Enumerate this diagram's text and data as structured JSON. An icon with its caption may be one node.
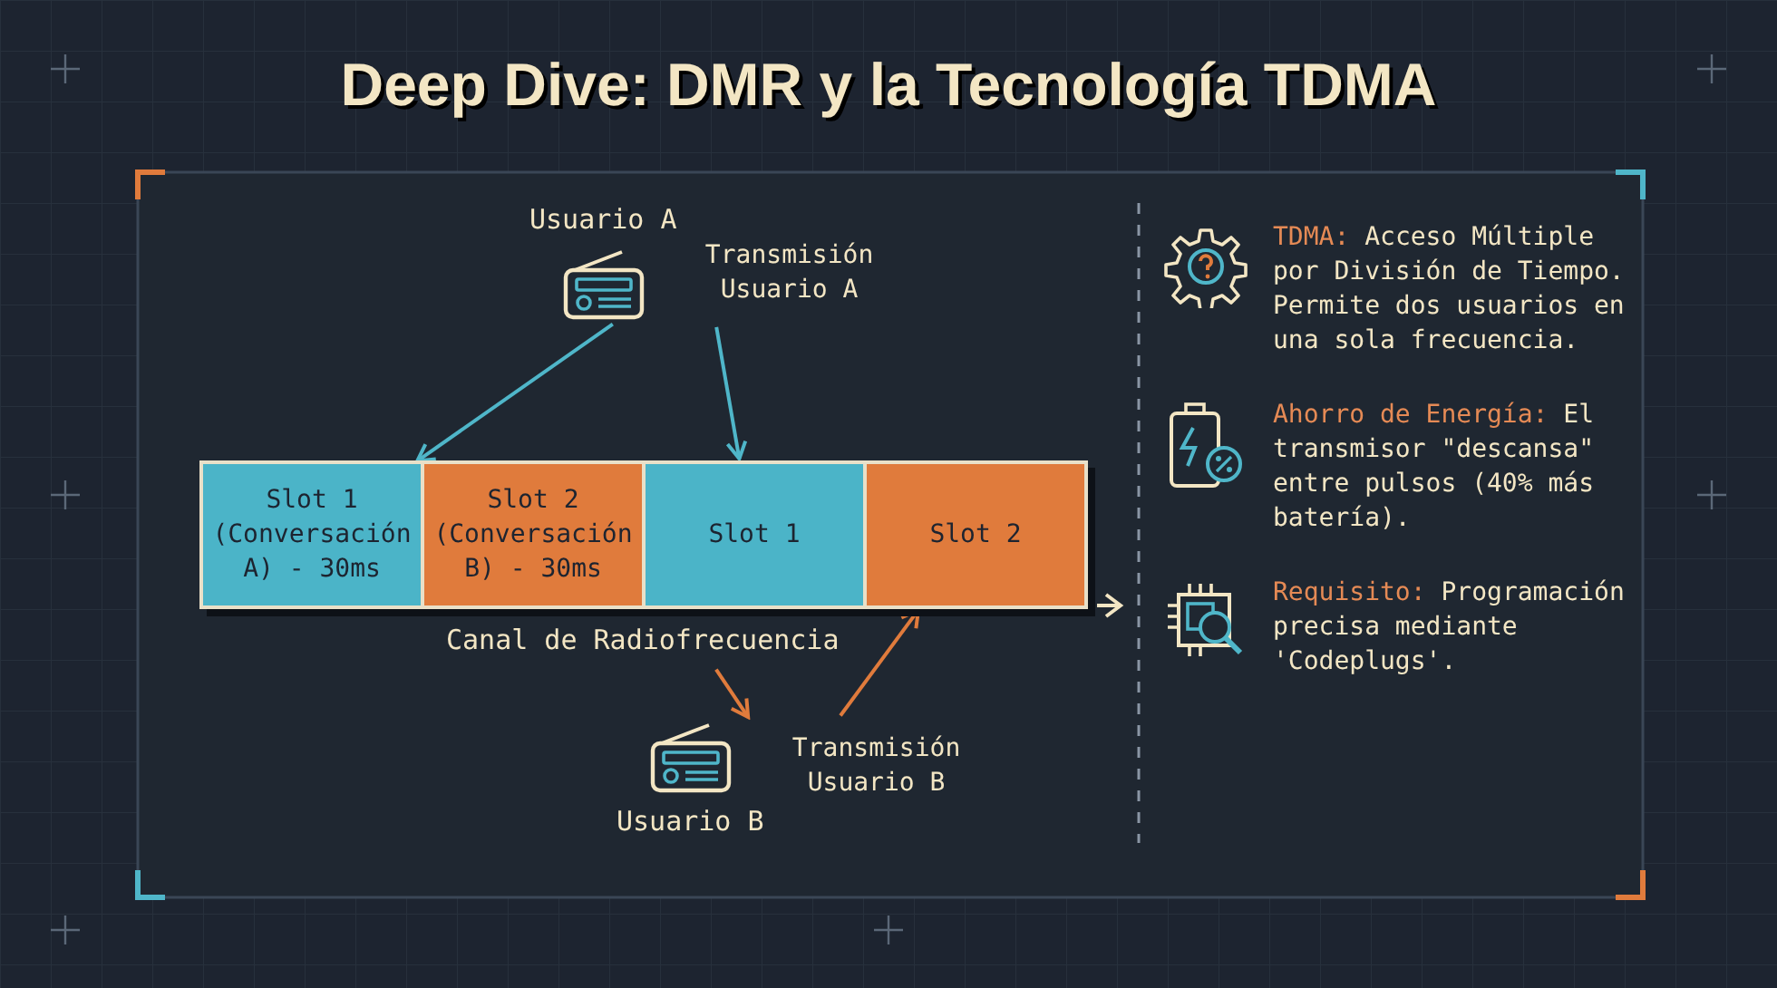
{
  "diagram": {
    "title": "Deep Dive: DMR y la Tecnología TDMA",
    "nodes": [
      {
        "text": [
          "Usuario A"
        ],
        "beside": [
          "Transmisión Usuario A"
        ]
      },
      {
        "text": [
          "Canal de Radiofrecuencia"
        ]
      },
      {
        "text": [
          "Slot 1 (Conversación A) - 30ms"
        ],
        "in": 1
      },
      {
        "text": [
          "Slot 2 (Conversación B) - 30ms"
        ],
        "in": 1
      },
      {
        "text": [
          "Slot 1"
        ],
        "in": 1
      },
      {
        "text": [
          "Slot 2"
        ],
        "in": 1
      },
      {
        "text": [
          "Usuario B"
        ],
        "beside": [
          "Transmisión Usuario B"
        ]
      }
    ],
    "edges": [
      {
        "from": 0,
        "to": 2,
        "arrow": "to"
      },
      {
        "from": 0,
        "to": 4,
        "arrow": "to"
      },
      {
        "from": 1,
        "to": 6,
        "arrow": "to",
        "color": "#e07b3c"
      },
      {
        "from": 6,
        "to": 5,
        "arrow": "to",
        "color": "#e07b3c"
      }
    ],
    "labels": [
      "TDMA:",
      "Acceso Múltiple por División de Tiempo. Permite dos usuarios en una sola frecuencia.",
      "Ahorro de Energía:",
      "El transmisor \"descansa\" entre pulsos (40% más batería).",
      "Requisito:",
      "Programación precisa mediante 'Codeplugs'."
    ]
  }
}
